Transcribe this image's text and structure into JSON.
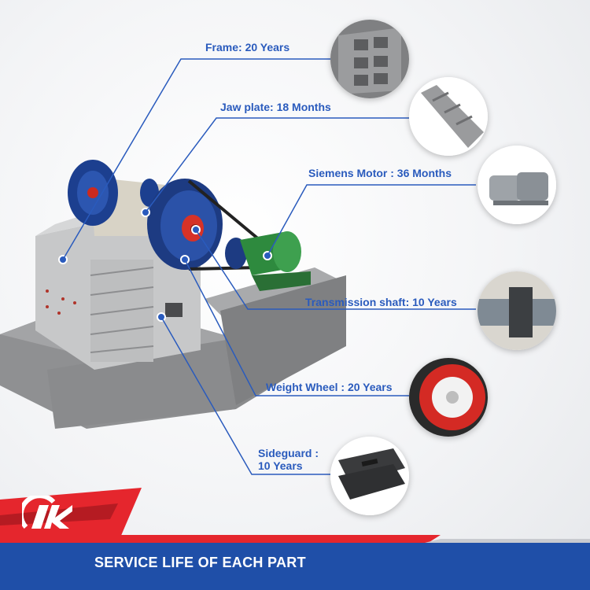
{
  "footer": {
    "title": "SERVICE LIFE OF EACH PART"
  },
  "parts": [
    {
      "label": "Frame: 20 Years",
      "icon": "frame-icon"
    },
    {
      "label": "Jaw plate: 18 Months",
      "icon": "jaw-plate-icon"
    },
    {
      "label": "Siemens Motor : 36 Months",
      "icon": "motor-icon"
    },
    {
      "label": "Transmission shaft:  10 Years",
      "icon": "shaft-icon"
    },
    {
      "label": "Weight Wheel  : 20 Years",
      "icon": "weight-wheel-icon"
    },
    {
      "label": "Sideguard :\n10 Years",
      "icon": "sideguard-icon"
    }
  ],
  "colors": {
    "accent": "#2a5bbd",
    "banner_red": "#d9242b",
    "banner_blue": "#1f4fa8",
    "machine": "#c9cacb"
  }
}
